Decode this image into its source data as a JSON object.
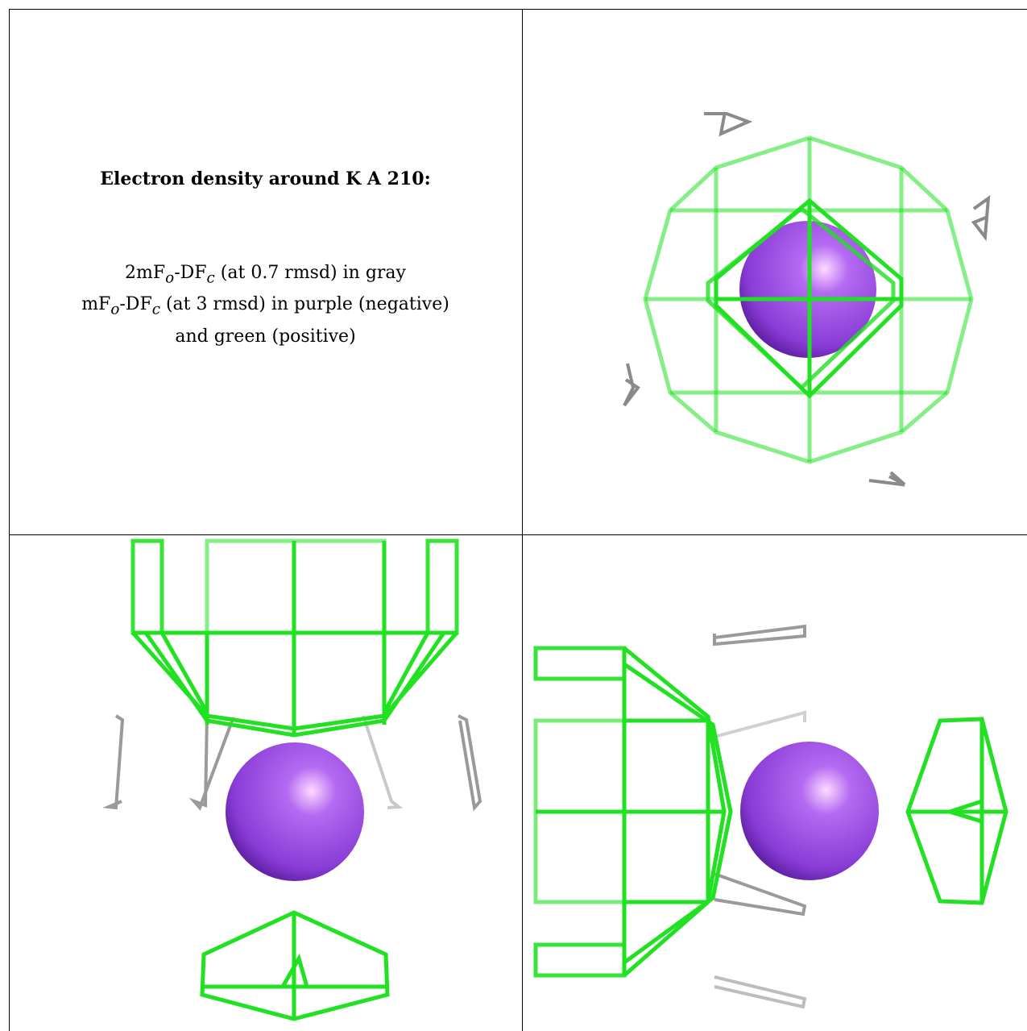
{
  "caption": {
    "title": "Electron density around K A 210:",
    "line1_a": "2mF",
    "line1_sub1": "o",
    "line1_b": "-DF",
    "line1_sub2": "c",
    "line1_c": " (at 0.7 rmsd) in gray",
    "line2_a": "mF",
    "line2_sub1": "o",
    "line2_b": "-DF",
    "line2_sub2": "c",
    "line2_c": " (at 3 rmsd) in purple (negative)",
    "line3": "and green (positive)"
  },
  "colors": {
    "positive_density": "#22e022",
    "negative_density": "#9b4cdf",
    "map_2fofc": "#9a9a9a",
    "atom": "#9b4cdf",
    "grid_lines": "#000000"
  },
  "views": [
    "top-view",
    "front-view",
    "side-view"
  ]
}
